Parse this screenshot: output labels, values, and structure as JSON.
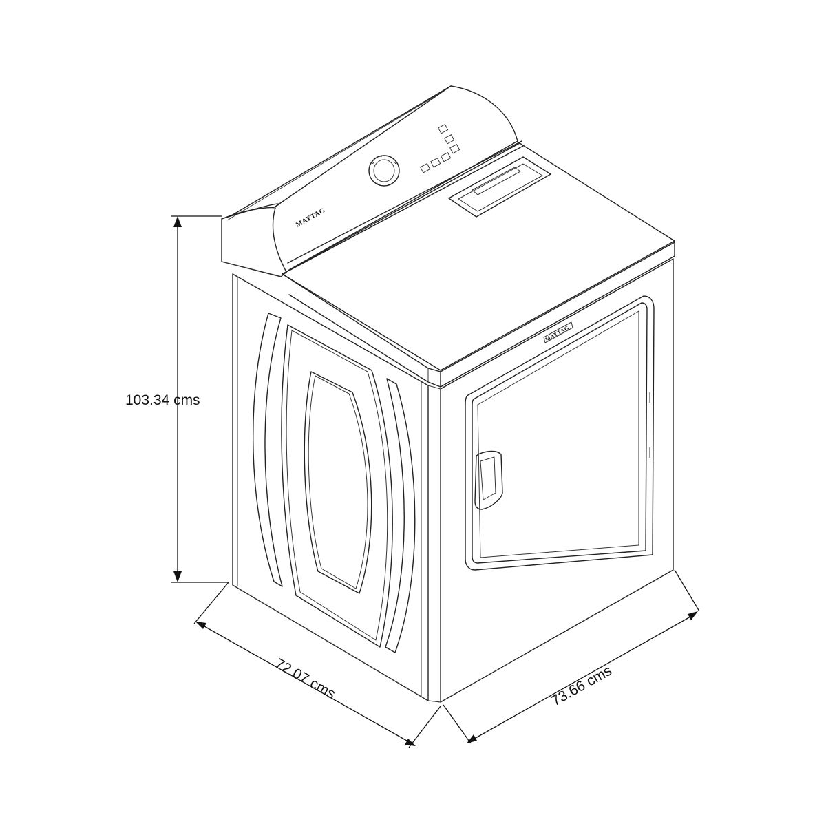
{
  "dimensions": {
    "height": "103.34 cms",
    "width": "72.07 cms",
    "depth": "73.66 cms"
  },
  "branding": {
    "control_panel_logo": "MAYTAG",
    "door_logo": "MAYTAG"
  },
  "colors": {
    "line": "#222222",
    "background": "#ffffff"
  }
}
